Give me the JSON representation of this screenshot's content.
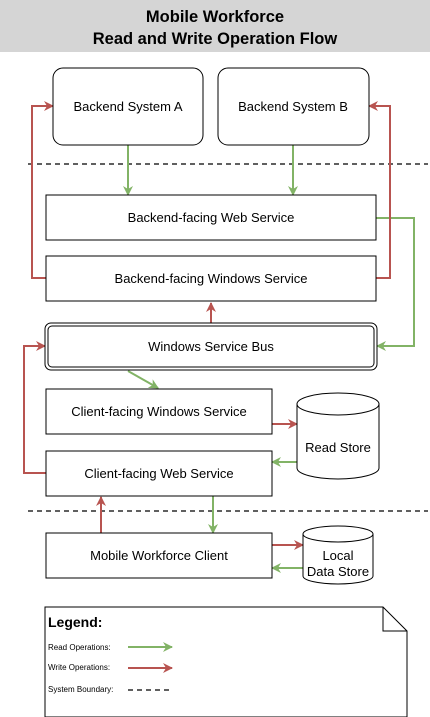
{
  "title": {
    "line1": "Mobile Workforce",
    "line2": "Read and Write Operation Flow"
  },
  "boxes": {
    "backend_a": "Backend System A",
    "backend_b": "Backend System B",
    "backend_web_service": "Backend-facing Web Service",
    "backend_windows_service": "Backend-facing Windows Service",
    "service_bus": "Windows Service Bus",
    "client_windows_service": "Client-facing Windows Service",
    "client_web_service": "Client-facing Web Service",
    "mobile_client": "Mobile Workforce Client"
  },
  "stores": {
    "read_store": "Read Store",
    "local_store_line1": "Local",
    "local_store_line2": "Data Store"
  },
  "legend": {
    "title": "Legend:",
    "read_label": "Read Operations:",
    "write_label": "Write Operations:",
    "boundary_label": "System Boundary:"
  },
  "colors": {
    "read": "#82b366",
    "write": "#b85450",
    "header": "#d5d5d5",
    "line": "#000000"
  }
}
